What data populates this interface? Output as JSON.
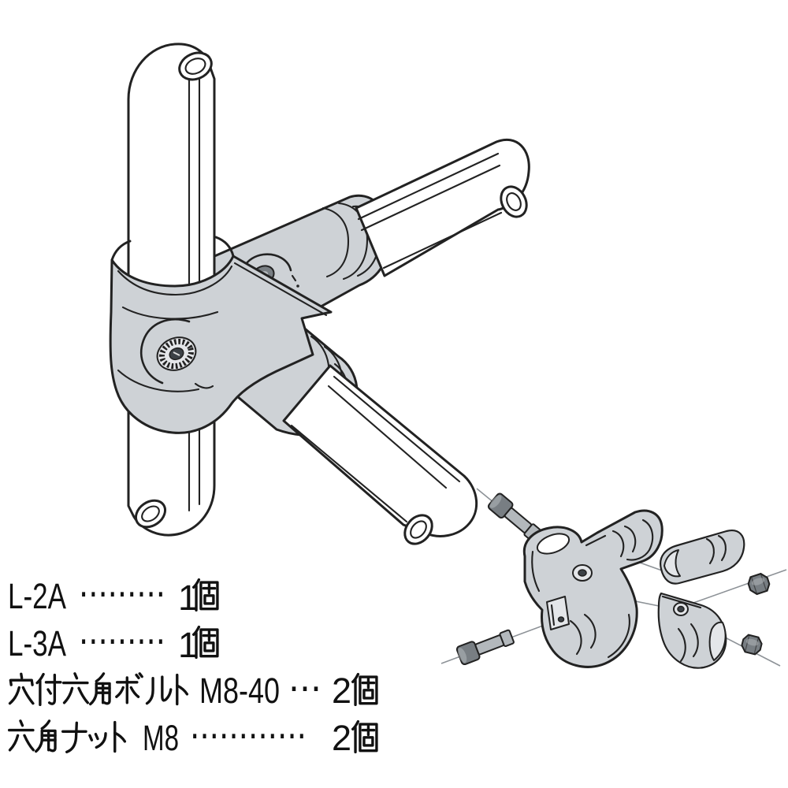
{
  "colors": {
    "background": "#ffffff",
    "line": "#222222",
    "text_black": "#111111",
    "pipe_white": "#ffffff",
    "clamp_gray": "#ced2d6",
    "clamp_gray_light": "#e4e6e9",
    "metal_dark": "#787e83",
    "metal_mid": "#b3b8bc",
    "metal_darker": "#3c4146",
    "axis_gray": "#8d9297"
  },
  "figure": {
    "type": "technical-illustration",
    "subject_assembled": "pipe joint with two clamp fittings on vertical and diagonal pipes",
    "subject_exploded": "clamp halves with two hex socket bolts and two hex nuts"
  },
  "parts_list": {
    "items": [
      {
        "name": "L-2A",
        "leader": "·········",
        "qty_num": "1",
        "qty_unit": "個",
        "full": "L-2A ……… 1個"
      },
      {
        "name": "L-3A",
        "leader": "·········",
        "qty_num": "1",
        "qty_unit": "個",
        "full": "L-3A ……… 1個"
      },
      {
        "name_jp": "穴付六角ボルト",
        "spec": "M8-40",
        "leader": "···",
        "qty_num": "2",
        "qty_unit": "個",
        "full": "穴付六角ボルト M8-40 … 2個"
      },
      {
        "name_jp": "六角ナット",
        "spec": "M8",
        "leader": "············",
        "qty_num": "2",
        "qty_unit": "個",
        "full": "六角ナット M8 ………… 2個"
      }
    ]
  }
}
